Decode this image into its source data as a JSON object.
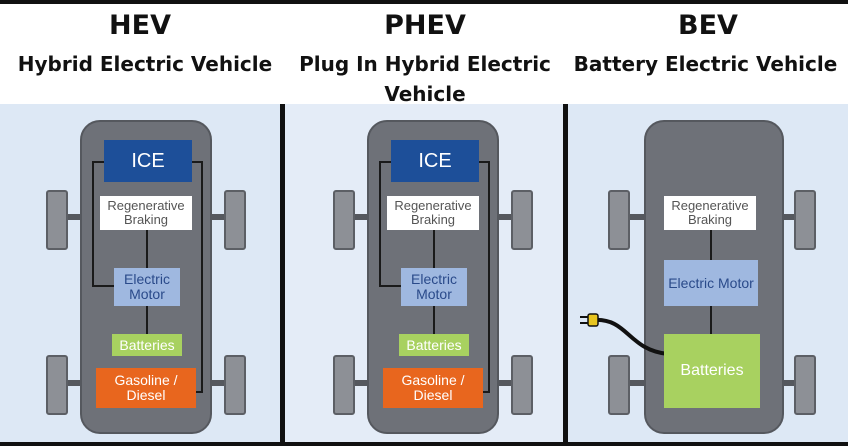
{
  "columns": [
    {
      "abbr": "HEV",
      "title": "Hybrid Electric Vehicle",
      "components": {
        "ice": "ICE",
        "regen": "Regenerative Braking",
        "motor": "Electric Motor",
        "batteries": "Batteries",
        "fuel": "Gasoline / Diesel"
      }
    },
    {
      "abbr": "PHEV",
      "title": "Plug In Hybrid Electric Vehicle",
      "components": {
        "ice": "ICE",
        "regen": "Regenerative Braking",
        "motor": "Electric Motor",
        "batteries": "Batteries",
        "fuel": "Gasoline / Diesel"
      }
    },
    {
      "abbr": "BEV",
      "title": "Battery Electric Vehicle",
      "components": {
        "regen": "Regenerative Braking",
        "motor": "Electric Motor",
        "batteries": "Batteries"
      }
    }
  ],
  "colors": {
    "ice": "#1d4f99",
    "motor": "#9fb8e0",
    "batteries": "#a8d160",
    "fuel": "#e8661e",
    "chassis": "#6e7178",
    "panel": "#dde8f5"
  }
}
